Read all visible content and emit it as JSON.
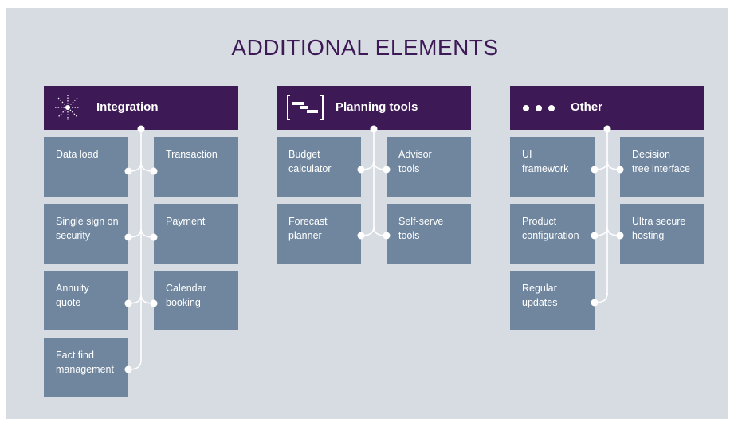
{
  "title": "ADDITIONAL ELEMENTS",
  "colors": {
    "background": "#d7dbe2",
    "header": "#3d1a56",
    "box": "#6f869e",
    "text_light": "#ffffff"
  },
  "columns": [
    {
      "label": "Integration",
      "icon": "starburst-icon",
      "left_items": [
        "Data load",
        "Single sign on\nsecurity",
        "Annuity\nquote",
        "Fact find\nmanagement"
      ],
      "right_items": [
        "Transaction",
        "Payment",
        "Calendar\nbooking"
      ]
    },
    {
      "label": "Planning tools",
      "icon": "bracket-gantt-icon",
      "left_items": [
        "Budget\ncalculator",
        "Forecast\nplanner"
      ],
      "right_items": [
        "Advisor\ntools",
        "Self-serve\ntools"
      ]
    },
    {
      "label": "Other",
      "icon": "three-dots-icon",
      "left_items": [
        "UI\nframework",
        "Product\nconfiguration",
        "Regular\nupdates"
      ],
      "right_items": [
        "Decision\ntree interface",
        "Ultra secure\nhosting"
      ]
    }
  ]
}
